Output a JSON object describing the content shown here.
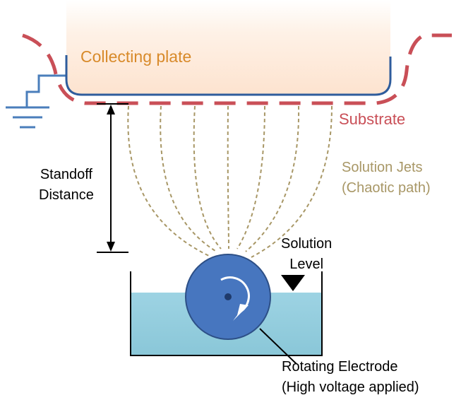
{
  "labels": {
    "collecting_plate": "Collecting plate",
    "substrate": "Substrate",
    "solution_jets_line1": "Solution Jets",
    "solution_jets_line2": "(Chaotic path)",
    "standoff_line1": "Standoff",
    "standoff_line2": "Distance",
    "solution_level_line1": "Solution",
    "solution_level_line2": "Level",
    "electrode_line1": "Rotating Electrode",
    "electrode_line2": "(High voltage applied)"
  },
  "colors": {
    "plate_fill": "#fde7d6",
    "plate_border": "#2e5c9c",
    "plate_text": "#d88a2a",
    "substrate": "#c94f57",
    "jets": "#a89766",
    "solution": "#93cddd",
    "electrode_fill": "#4776bf",
    "electrode_border": "#2d4f86",
    "ground": "#4a7ebb"
  },
  "icons": {
    "ground": "ground-symbol-icon",
    "rotation": "rotation-arrow-icon",
    "level": "solution-level-triangle-icon"
  }
}
